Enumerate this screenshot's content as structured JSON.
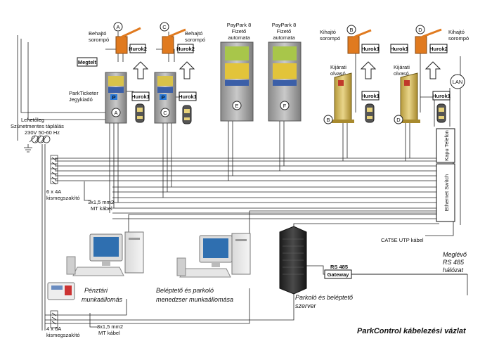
{
  "title": "ParkControl kábelezési vázlat",
  "power": {
    "line1": "Lehetőleg",
    "line2": "Szünetmentes táplálás",
    "line3": "230V 50-60 Hz"
  },
  "breaker_top": {
    "line1": "6 x 4A",
    "line2": "kismegszakító"
  },
  "breaker_bottom": {
    "line1": "4 x 6A",
    "line2": "kismegszakító"
  },
  "cable_top": {
    "line1": "3x1,5 mm2",
    "line2": "MT kábel"
  },
  "cable_bottom": {
    "line1": "3x1,5 mm2",
    "line2": "MT kábel"
  },
  "cat5": "CAT5E UTP kábel",
  "rs485": "RS 485",
  "gateway": "Gateway",
  "existing": {
    "line1": "Meglévő",
    "line2": "RS 485",
    "line3": "hálózat"
  },
  "lan": "LAN",
  "kapu_telefon": "Kapu Telefon",
  "ethernet_switch": "Ethernet Switch",
  "megtelt": "Megtelt",
  "barrier_in": {
    "line1": "Behajtó",
    "line2": "sorompó"
  },
  "barrier_out": {
    "line1": "Kihajtó",
    "line2": "sorompó"
  },
  "exit_reader": {
    "line1": "Kijárati",
    "line2": "olvasó"
  },
  "ticketer": {
    "line1": "ParkTicketer",
    "line2": "Jegykiadó"
  },
  "paypark": {
    "line1": "PayPark 8",
    "line2": "Fizető",
    "line3": "automata"
  },
  "hurok1": "Hurok1",
  "hurok2": "Hurok2",
  "letters": {
    "a": "A",
    "b": "B",
    "c": "C",
    "d": "D",
    "e": "E",
    "f": "F"
  },
  "p": "P",
  "cashier": {
    "line1": "Pénztári",
    "line2": "munkaállomás"
  },
  "manager": {
    "line1": "Beléptető és parkoló",
    "line2": "menedzser munkaállomása"
  },
  "server": {
    "line1": "Parkoló és beléptető",
    "line2": "szerver"
  }
}
